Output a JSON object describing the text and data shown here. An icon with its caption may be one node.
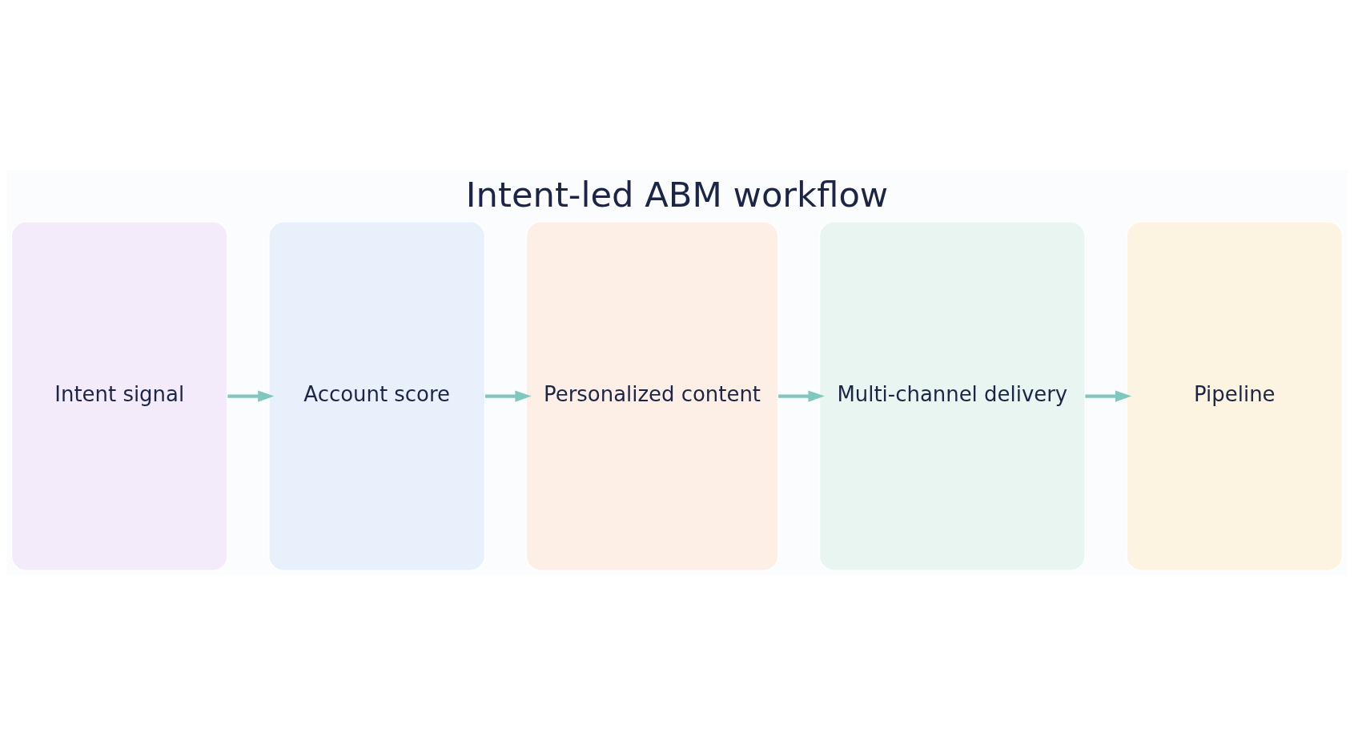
{
  "diagram": {
    "title": "Intent-led ABM workflow",
    "nodes": [
      {
        "text": [
          "Intent signal"
        ]
      },
      {
        "text": [
          "Account score"
        ]
      },
      {
        "text": [
          "Personalized content"
        ]
      },
      {
        "text": [
          "Multi-channel delivery"
        ]
      },
      {
        "text": [
          "Pipeline"
        ]
      }
    ],
    "edges": [
      {
        "from": 0,
        "to": 1,
        "arrow": "to"
      },
      {
        "from": 1,
        "to": 2,
        "arrow": "to"
      },
      {
        "from": 2,
        "to": 3,
        "arrow": "to"
      },
      {
        "from": 3,
        "to": 4,
        "arrow": "to"
      }
    ]
  }
}
